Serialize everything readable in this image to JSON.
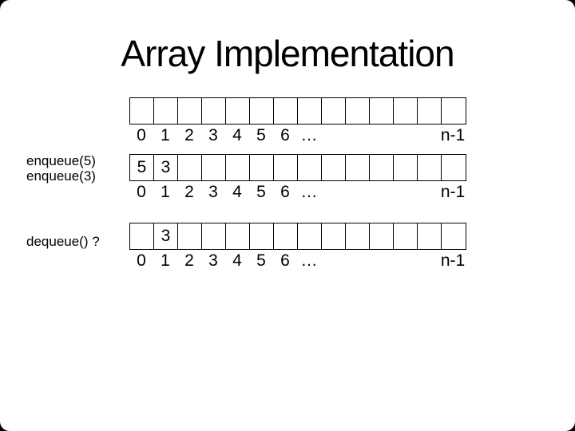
{
  "title": "Array Implementation",
  "colors": {
    "backdrop": "#000000",
    "slide_background": "#ffffff",
    "text": "#000000",
    "cell_border": "#000000"
  },
  "operations": {
    "enqueue_line1": "enqueue(5)",
    "enqueue_line2": "enqueue(3)",
    "dequeue_line": "dequeue() ?"
  },
  "index_labels": [
    "0",
    "1",
    "2",
    "3",
    "4",
    "5",
    "6",
    "…",
    "",
    "",
    "",
    "",
    "",
    "n-1"
  ],
  "arrays": [
    {
      "name": "array-empty-initial",
      "cells": [
        "",
        "",
        "",
        "",
        "",
        "",
        "",
        "",
        "",
        "",
        "",
        "",
        "",
        ""
      ]
    },
    {
      "name": "array-after-enqueues",
      "cells": [
        "5",
        "3",
        "",
        "",
        "",
        "",
        "",
        "",
        "",
        "",
        "",
        "",
        "",
        ""
      ]
    },
    {
      "name": "array-after-dequeue",
      "cells": [
        "",
        "3",
        "",
        "",
        "",
        "",
        "",
        "",
        "",
        "",
        "",
        "",
        "",
        ""
      ]
    }
  ]
}
